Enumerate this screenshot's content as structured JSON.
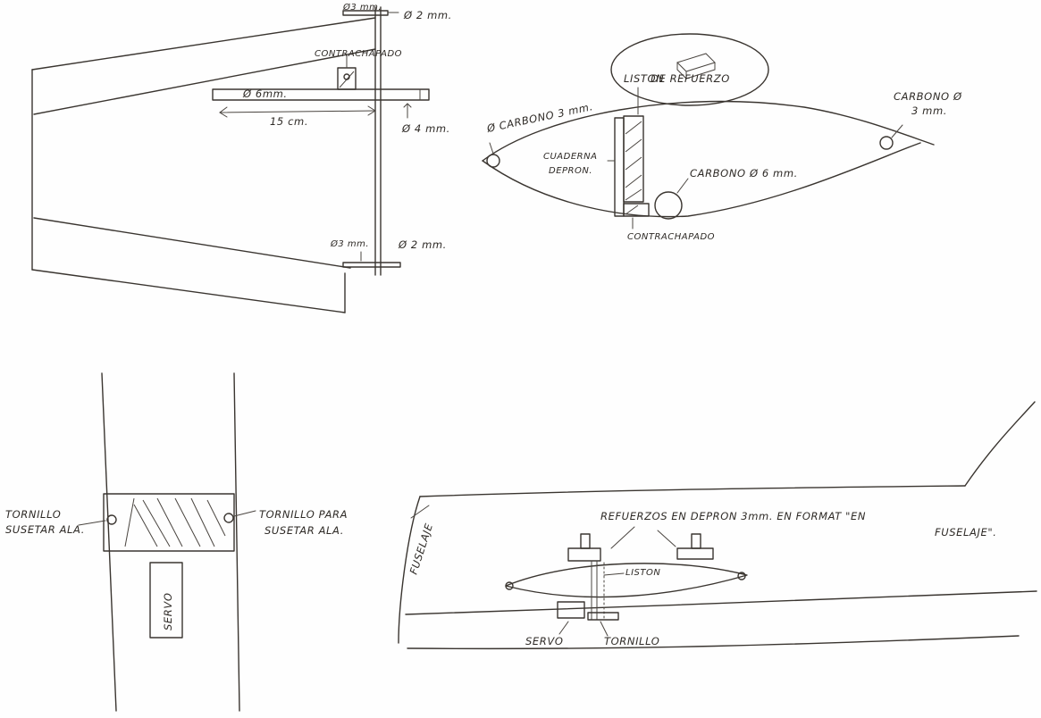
{
  "wing_plan": {
    "d3_top": "Ø3 mm.",
    "d2_top": "Ø 2 mm.",
    "contrachapado": "CONTRACHAPADO",
    "rod_6mm": "Ø 6mm.",
    "len_15cm": "15 cm.",
    "d4": "Ø 4 mm.",
    "d3_bottom": "Ø3 mm.",
    "d2_bottom": "Ø 2 mm."
  },
  "airfoil": {
    "liston": "LISTON",
    "de_refuerzo": "DE REFUERZO",
    "carbono_left": "Ø CARBONO 3 mm.",
    "carbono_right_1": "CARBONO Ø",
    "carbono_right_2": "3 mm.",
    "cuaderna_1": "CUADERNA",
    "cuaderna_2": "DEPRON.",
    "carbono_6": "CARBONO Ø 6 mm.",
    "contrachapado": "CONTRACHAPADO"
  },
  "center_section": {
    "left_1": "TORNILLO",
    "left_2": "SUSETAR ALA.",
    "right_1": "TORNILLO PARA",
    "right_2": "SUSETAR ALA.",
    "servo": "SERVO"
  },
  "fuselage": {
    "fuselaje": "FUSELAJE",
    "refuerzos_1": "REFUERZOS EN DEPRON 3mm. EN FORMAT \"EN",
    "refuerzos_2": "FUSELAJE\".",
    "liston": "LISTON",
    "servo": "SERVO",
    "tornillo": "TORNILLO"
  }
}
